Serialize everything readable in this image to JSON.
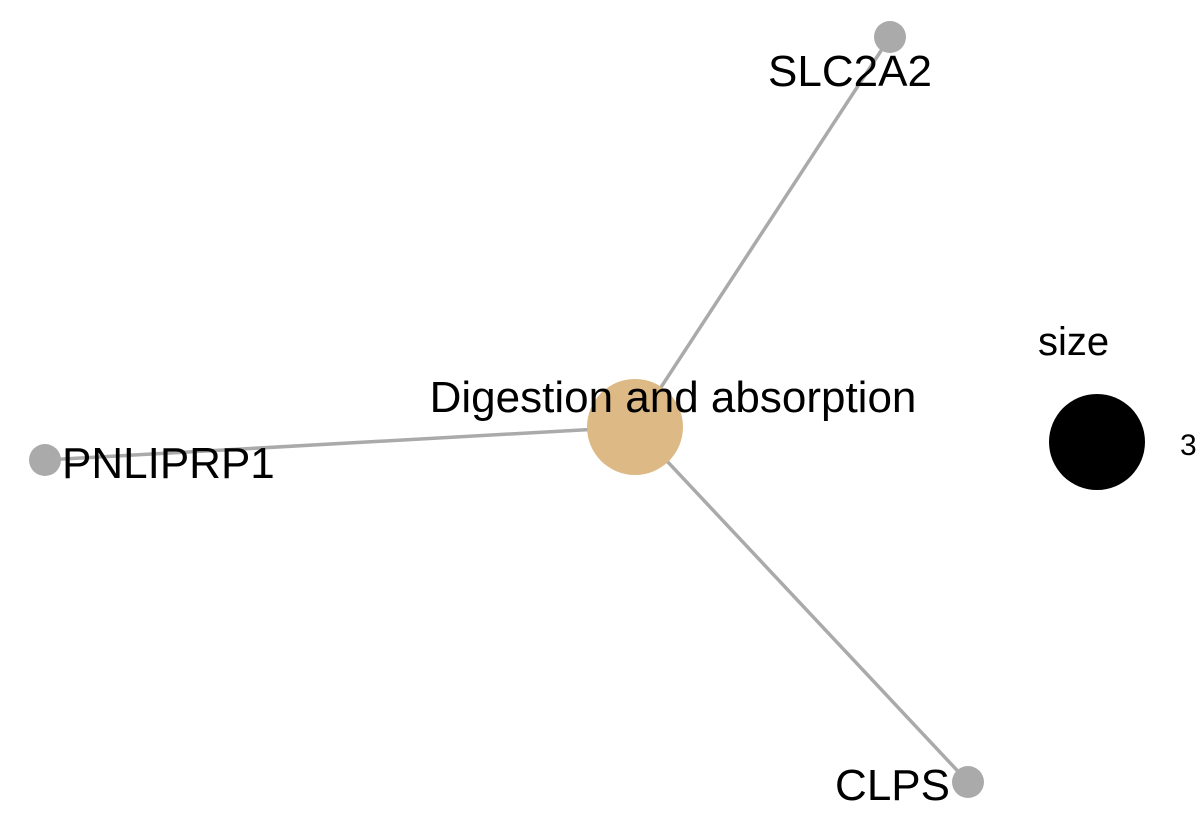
{
  "network": {
    "category_node": {
      "label": "Digestion and absorption",
      "color": "#ddb985"
    },
    "gene_nodes": [
      {
        "id": "SLC2A2",
        "label": "SLC2A2",
        "color": "#aaaaaa"
      },
      {
        "id": "PNLIPRP1",
        "label": "PNLIPRP1",
        "color": "#aaaaaa"
      },
      {
        "id": "CLPS",
        "label": "CLPS",
        "color": "#aaaaaa"
      }
    ],
    "edges": [
      {
        "source": "Digestion and absorption",
        "target": "SLC2A2"
      },
      {
        "source": "Digestion and absorption",
        "target": "PNLIPRP1"
      },
      {
        "source": "Digestion and absorption",
        "target": "CLPS"
      }
    ],
    "edge_color": "#aaaaaa"
  },
  "legend": {
    "title": "size",
    "symbol_color": "#000000",
    "entries": [
      {
        "value": "3"
      }
    ]
  }
}
